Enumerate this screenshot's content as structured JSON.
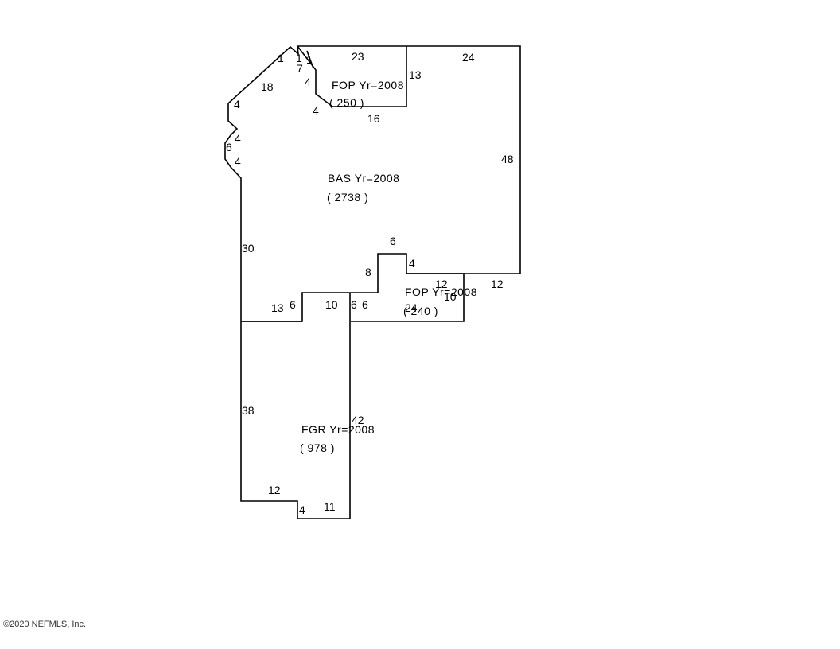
{
  "areas": [
    {
      "name": "BAS",
      "label": "BAS Yr=2008",
      "size": "( 2738 )"
    },
    {
      "name": "FOP-north",
      "label": "FOP Yr=2008",
      "size": "( 250 )"
    },
    {
      "name": "FOP-south",
      "label": "FOP Yr=2008",
      "size": "( 240 )"
    },
    {
      "name": "FGR",
      "label": "FGR Yr=2008",
      "size": "( 978 )"
    }
  ],
  "dimensions": {
    "top_left_1": "1",
    "top_1a": "1",
    "top_1b": "1",
    "top_7": "7",
    "fop_23": "23",
    "top_24": "24",
    "fop_13": "13",
    "diag_18": "18",
    "fop_4a": "4",
    "fop_4b": "4",
    "fop_16": "16",
    "left_4a": "4",
    "left_6": "6",
    "left_4b": "4",
    "left_4c": "4",
    "right_48": "48",
    "left_30": "30",
    "notch_6": "6",
    "notch_4": "4",
    "notch_8": "8",
    "fop2_12a": "12",
    "right_12": "12",
    "fop2_10": "10",
    "fop2_24": "24",
    "step_13": "13",
    "step_6a": "6",
    "mid_10": "10",
    "mid_6a": "6",
    "mid_6b": "6",
    "gar_38": "38",
    "gar_42": "42",
    "gar_12": "12",
    "gar_4": "4",
    "gar_11": "11"
  },
  "copyright": "©2020 NEFMLS, Inc."
}
